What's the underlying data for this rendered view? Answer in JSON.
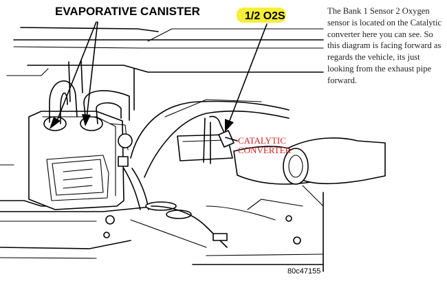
{
  "labels": {
    "evap_canister": "EVAPORATIVE CANISTER",
    "o2s": "1/2 O2S",
    "catalytic_line1": "CATALYTIC",
    "catalytic_line2": "CONVERTER",
    "figure_code": "80c47155"
  },
  "caption": "The Bank 1 Sensor 2 Oxygen sensor is located on the Catalytic converter here you can see. So this diagram is facing forward as regards the vehicle, its just looking from the exhaust pipe forward.",
  "colors": {
    "highlight": "#f5ee3a",
    "catalytic_text": "#d21f1f"
  }
}
